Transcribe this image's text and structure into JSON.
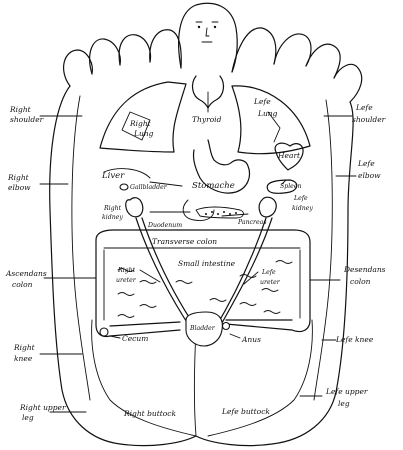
{
  "labels": {
    "right_shoulder": [
      "Right",
      "shoulder"
    ],
    "left_shoulder": [
      "Lefe",
      "shoulder"
    ],
    "right_elbow": [
      "Right",
      "elbow"
    ],
    "left_elbow": [
      "Lefe",
      "elbow"
    ],
    "ascending_colon": [
      "Ascendans",
      "colon"
    ],
    "descending_colon": [
      "Desendans",
      "colon"
    ],
    "right_knee": [
      "Right",
      "knee"
    ],
    "left_knee": "Lefe knee",
    "right_upper_leg": [
      "Right upper",
      "leg"
    ],
    "left_upper_leg": [
      "Lefe upper",
      "leg"
    ],
    "right_buttock": "Right buttock",
    "left_buttock": "Lefe buttock",
    "thyroid": "Thyroid",
    "right_lung": [
      "Right",
      "Lung"
    ],
    "left_lung": [
      "Lefe",
      "Lung"
    ],
    "heart": "Heart",
    "liver": "Liver",
    "gallbladder": "Gallbladder",
    "stomach": "Stomache",
    "spleen": "Spleen",
    "right_kidney": [
      "Right",
      "kidney"
    ],
    "left_kidney": [
      "Lefe",
      "kidney"
    ],
    "duodenum": "Duodenum",
    "pancreas": "Pancreas",
    "transverse_colon": "Transverse colon",
    "small_intestine": "Small intestine",
    "right_ureter": [
      "Right",
      "ureter"
    ],
    "left_ureter": [
      "Lefe",
      "ureter"
    ],
    "bladder": "Bladder",
    "cecum": "Cecum",
    "anus": "Anus"
  }
}
